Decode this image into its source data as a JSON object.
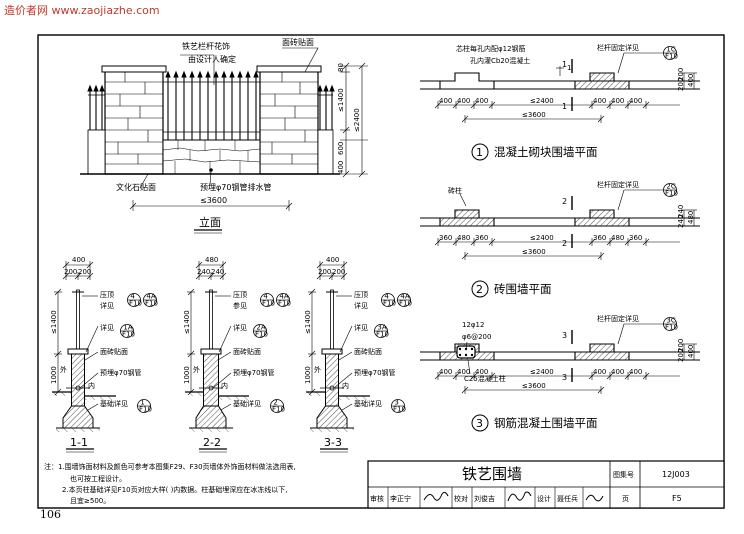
{
  "watermark": "造价者网 www.zaojiazhe.com",
  "page_number": "106",
  "elevation": {
    "title": "立面",
    "label_railing": "铁艺栏杆花饰",
    "label_railing_2": "由设计人确定",
    "label_tile": "面砖贴面",
    "label_stone": "文化石贴面",
    "label_pipe": "预埋φ70钢管排水管",
    "dim_span": "≤3600",
    "dim_h1400": "≤1400",
    "dim_h2400": "≤2400",
    "dim_80": "80",
    "dim_600": "600",
    "dim_400": "400"
  },
  "plan1": {
    "number": "1",
    "title": "混凝土砌块围墙平面",
    "label_core": "芯柱每孔内配φ12钢筋",
    "label_core_2": "孔内灌Cb20混凝土",
    "label_detail": "栏杆固定详见",
    "ref_top": "1C",
    "ref_bottom": "F10",
    "dims_left": [
      "400",
      "400",
      "400"
    ],
    "dims_right": [
      "400",
      "400",
      "400"
    ],
    "dim_mid": "≤2400",
    "dim_total": "≤3600",
    "dim_v": [
      "200",
      "200",
      "400"
    ],
    "cut": "1"
  },
  "plan2": {
    "number": "2",
    "title": "砖围墙平面",
    "label_pier": "砖柱",
    "label_detail": "栏杆固定详见",
    "ref_top": "2C",
    "ref_bottom": "F10",
    "dims_left": [
      "360",
      "480",
      "360"
    ],
    "dims_right": [
      "360",
      "480",
      "360"
    ],
    "dim_mid": "≤2400",
    "dim_total": "≤3600",
    "dim_v": [
      "240",
      "240",
      "480"
    ],
    "cut": "2"
  },
  "plan3": {
    "number": "3",
    "title": "钢筋混凝土围墙平面",
    "label_rebar": "12φ12",
    "label_stirrup": "φ6@200",
    "label_column": "C25混凝土柱",
    "label_detail": "栏杆固定详见",
    "ref_top": "3C",
    "ref_bottom": "F10",
    "dims_left": [
      "400",
      "400",
      "400"
    ],
    "dims_right": [
      "400",
      "400",
      "400"
    ],
    "dim_mid": "≤2400",
    "dim_total": "≤3600",
    "dim_v": [
      "200",
      "200",
      "400"
    ],
    "cut": "3"
  },
  "sections": [
    {
      "title": "1-1",
      "top_dim": "400",
      "sub_dims": [
        "200",
        "200"
      ],
      "label_cap": "压顶",
      "label_cap_ref": "详见",
      "ref_cap_a_top": "4",
      "ref_cap_b_top": "4A",
      "ref_cap_bottom": "F10",
      "label_see": "详见",
      "ref_mid_top": "1A",
      "ref_mid_bottom": "F10",
      "label_tile": "面砖贴面",
      "label_pipe": "预埋φ70钢管",
      "label_out": "外",
      "label_in": "内",
      "label_found": "基础详见",
      "ref_found_top": "1",
      "ref_found_bottom": "F10",
      "dim_1400": "≤1400",
      "dim_1000": "1000"
    },
    {
      "title": "2-2",
      "top_dim": "480",
      "sub_dims": [
        "240",
        "240"
      ],
      "label_cap": "压顶",
      "label_cap_ref": "参见",
      "ref_cap_a_top": "4",
      "ref_cap_b_top": "4A",
      "ref_cap_bottom": "F10",
      "label_see": "详见",
      "ref_mid_top": "2A",
      "ref_mid_bottom": "F10",
      "label_tile": "面砖贴面",
      "label_pipe": "预埋φ70钢管",
      "label_out": "外",
      "label_in": "内",
      "label_found": "基础详见",
      "ref_found_top": "2",
      "ref_found_bottom": "F10",
      "dim_1400": "≤1400",
      "dim_1000": "1000"
    },
    {
      "title": "3-3",
      "top_dim": "400",
      "sub_dims": [
        "200",
        "200"
      ],
      "label_cap": "压顶",
      "label_cap_ref": "详见",
      "ref_cap_a_top": "4",
      "ref_cap_b_top": "4A",
      "ref_cap_bottom": "F10",
      "label_see": "详见",
      "ref_mid_top": "3A",
      "ref_mid_bottom": "F10",
      "label_tile": "面砖贴面",
      "label_pipe": "预埋φ70钢管",
      "label_out": "外",
      "label_in": "内",
      "label_found": "基础详见",
      "ref_found_top": "3",
      "ref_found_bottom": "F10",
      "dim_1400": "≤1400",
      "dim_1000": "1000"
    }
  ],
  "notes": {
    "line1": "注：1.围墙饰面材料及颜色可参考本图集F29、F30页墙体外饰面材料做法选用表,",
    "line2": "也可按工程设计。",
    "line3": "2.本页柱基础详见F10页对应大样(  )内数据。柱基础埋深应在冰冻线以下,",
    "line4": "且宜≥500。"
  },
  "title_block": {
    "title": "铁艺围墙",
    "atlas_label": "图集号",
    "atlas_no": "12J003",
    "review_label": "审核",
    "reviewer": "李正宁",
    "check_label": "校对",
    "checker": "刘俊吉",
    "design_label": "设计",
    "designer": "聂任兵",
    "page_label": "页",
    "page_no": "F5"
  }
}
